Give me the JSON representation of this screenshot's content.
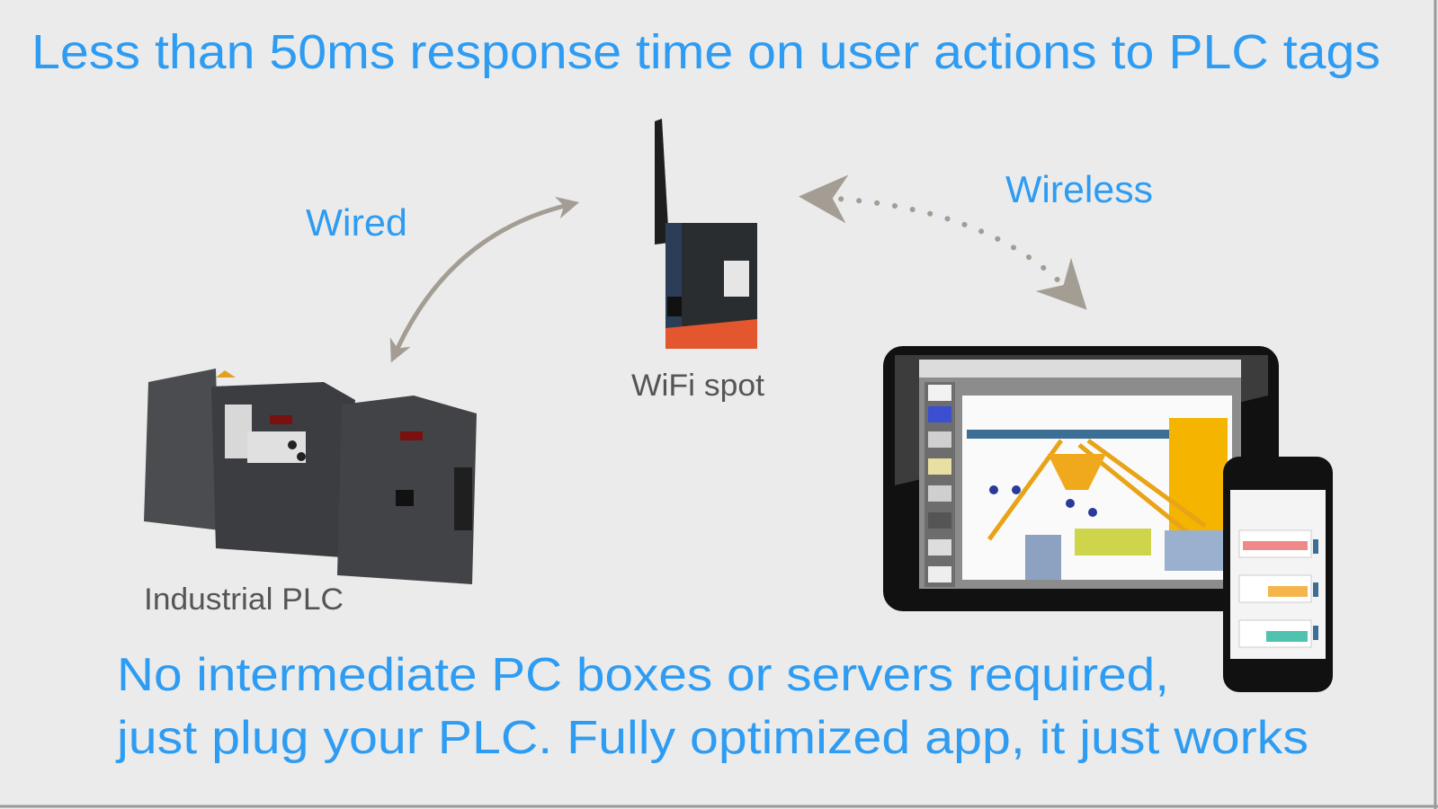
{
  "slide": {
    "title": "Less than 50ms response time on user actions to PLC tags",
    "labels": {
      "wired": "Wired",
      "wireless": "Wireless",
      "wifi_spot": "WiFi spot",
      "industrial_plc": "Industrial PLC"
    },
    "footer": {
      "line1": "No intermediate PC boxes or servers required,",
      "line2": "just plug your PLC. Fully optimized app, it just works"
    }
  },
  "colors": {
    "accent": "#2e9cf2",
    "background": "#ebebeb",
    "arrow": "#a39d94"
  }
}
